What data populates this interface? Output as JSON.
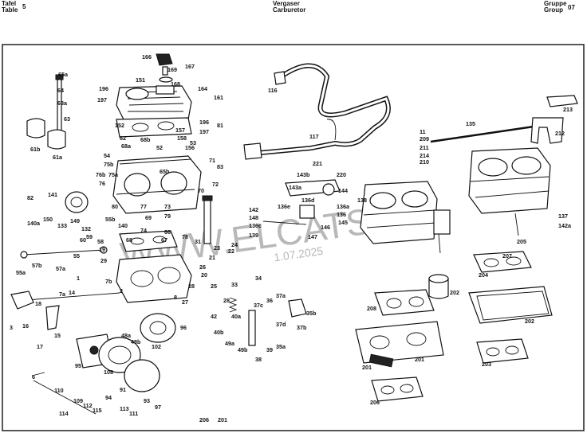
{
  "header": {
    "left_line1": "Tafel",
    "left_line2": "Table",
    "left_number": "5",
    "center_line1": "Vergaser",
    "center_line2": "Carburetor",
    "right_line1": "Gruppe",
    "right_line2": "Group",
    "right_number": "07"
  },
  "watermark": {
    "main": "WWW.ELCATS.RU",
    "date": "1.07.2025"
  },
  "labels": [
    "166",
    "167",
    "169",
    "168",
    "151",
    "196",
    "197",
    "65a",
    "64",
    "63a",
    "63",
    "61b",
    "61a",
    "152",
    "164",
    "161",
    "196",
    "197",
    "157",
    "158",
    "156",
    "52",
    "53",
    "54",
    "75b",
    "75a",
    "76b",
    "76",
    "62",
    "68a",
    "68b",
    "65b",
    "70",
    "72",
    "71",
    "81",
    "83",
    "82",
    "141",
    "140a",
    "150",
    "149",
    "133",
    "132",
    "59",
    "58",
    "60",
    "55",
    "55a",
    "57b",
    "57a",
    "55b",
    "77",
    "80",
    "140",
    "69",
    "74",
    "73",
    "79",
    "78",
    "66",
    "67",
    "68",
    "31",
    "19",
    "29",
    "28",
    "1",
    "3",
    "16",
    "18",
    "17",
    "7a",
    "7b",
    "14",
    "2",
    "15",
    "6",
    "8",
    "27",
    "26",
    "20",
    "21",
    "23",
    "22",
    "24",
    "25",
    "28",
    "42",
    "40a",
    "40b",
    "49a",
    "49b",
    "38",
    "39",
    "37c",
    "37d",
    "36",
    "37a",
    "35a",
    "35b",
    "37b",
    "33",
    "34",
    "48a",
    "48b",
    "96",
    "95",
    "102",
    "108",
    "91",
    "94",
    "93",
    "97",
    "110",
    "109",
    "112",
    "115",
    "114",
    "113",
    "111",
    "116",
    "117",
    "221",
    "220",
    "143b",
    "144",
    "143a",
    "142",
    "148",
    "136c",
    "136d",
    "136e",
    "136a",
    "136",
    "145",
    "146",
    "147",
    "139",
    "138",
    "135",
    "11",
    "209",
    "211",
    "214",
    "210",
    "212",
    "213",
    "137",
    "142a",
    "205",
    "204",
    "208",
    "202",
    "202",
    "203",
    "206",
    "201",
    "201",
    "207",
    "206",
    "201"
  ]
}
